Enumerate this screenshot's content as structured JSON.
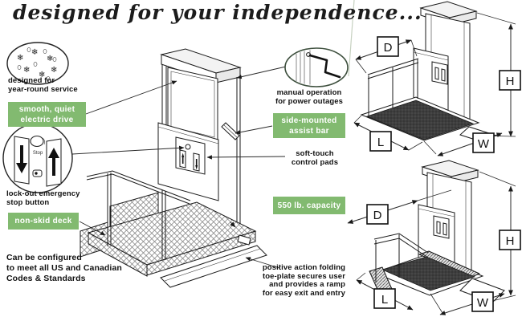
{
  "title": "designed for your independence...",
  "colors": {
    "accent_green": "#82ba70",
    "deck_dark": "#3e3e3e",
    "line": "#1a1a1a"
  },
  "labels": {
    "year_round": "designed for\nyear-round service",
    "electric_drive": "smooth, quiet\nelectric drive",
    "lockout_stop": "lock-out emergency\nstop button",
    "non_skid": "non-skid deck",
    "codes": "Can be configured\nto meet all US and Canadian\nCodes & Standards",
    "manual_operation": "manual operation\nfor power outages",
    "assist_bar": "side-mounted\nassist bar",
    "soft_touch": "soft-touch\ncontrol pads",
    "capacity": "550 lb. capacity",
    "toe_plate": "positive action folding\ntoe-plate secures user\nand provides a ramp\nfor easy exit and entry",
    "stop_button": "Stop"
  },
  "dimensions": {
    "depth": "D",
    "height": "H",
    "length": "L",
    "width": "W"
  },
  "icons": {
    "year_round": "snowflakes-oval-icon",
    "lockout": "stop-and-arrows-icon",
    "manual": "hand-crank-icon",
    "snowflake_glyph": "❄"
  }
}
